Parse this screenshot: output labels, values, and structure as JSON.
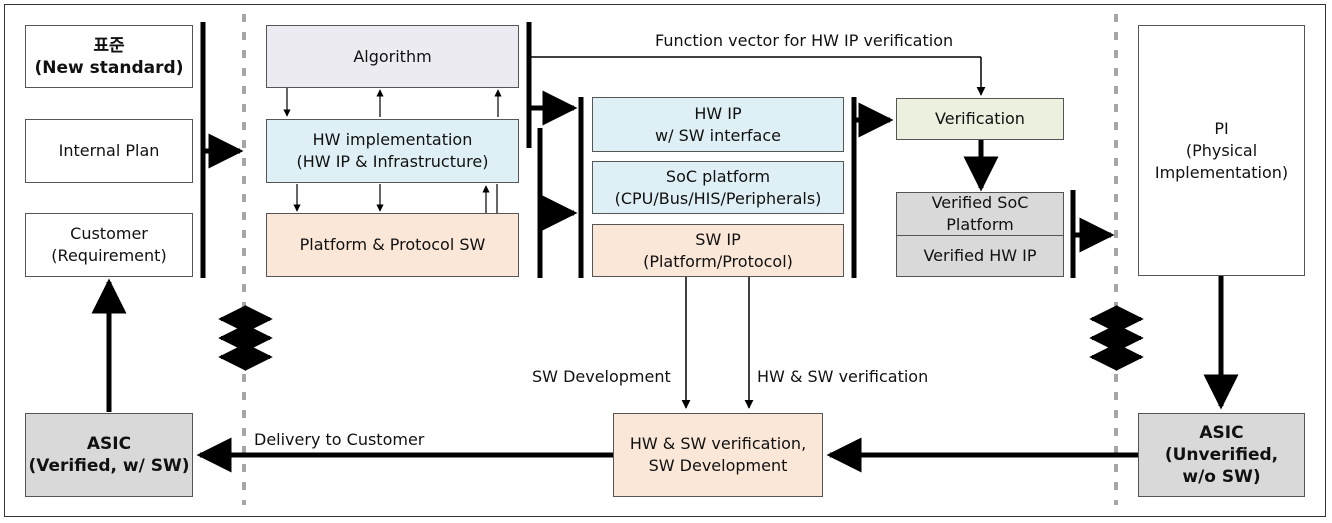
{
  "boxes": {
    "new_standard": {
      "line1": "표준",
      "line2": "(New standard)"
    },
    "internal_plan": {
      "line1": "Internal Plan"
    },
    "customer": {
      "line1": "Customer",
      "line2": "(Requirement)"
    },
    "asic_verified": {
      "line1": "ASIC",
      "line2": "(Verified, w/ SW)"
    },
    "algorithm": {
      "line1": "Algorithm"
    },
    "hw_implementation": {
      "line1": "HW implementation",
      "line2": "(HW IP & Infrastructure)"
    },
    "platform_protocol_sw": {
      "line1": "Platform & Protocol SW"
    },
    "hw_ip": {
      "line1": "HW IP",
      "line2": "w/ SW interface"
    },
    "soc_platform": {
      "line1": "SoC platform",
      "line2": "(CPU/Bus/HIS/Peripherals)"
    },
    "sw_ip": {
      "line1": "SW IP",
      "line2": "(Platform/Protocol)"
    },
    "verification": {
      "line1": "Verification"
    },
    "verified_soc": {
      "line1": "Verified SoC",
      "line2": "Platform"
    },
    "verified_hw_ip": {
      "line1": "Verified HW IP"
    },
    "pi": {
      "line1": "PI",
      "line2": "(Physical",
      "line3": "Implementation)"
    },
    "asic_unverified": {
      "line1": "ASIC",
      "line2": "(Unverified,",
      "line3": "w/o SW)"
    },
    "hw_sw_verification": {
      "line1": "HW & SW verification,",
      "line2": "SW Development"
    }
  },
  "labels": {
    "function_vector": "Function vector for HW IP verification",
    "sw_development": "SW Development",
    "hw_sw_verification": "HW & SW verification",
    "delivery": "Delivery to Customer"
  }
}
